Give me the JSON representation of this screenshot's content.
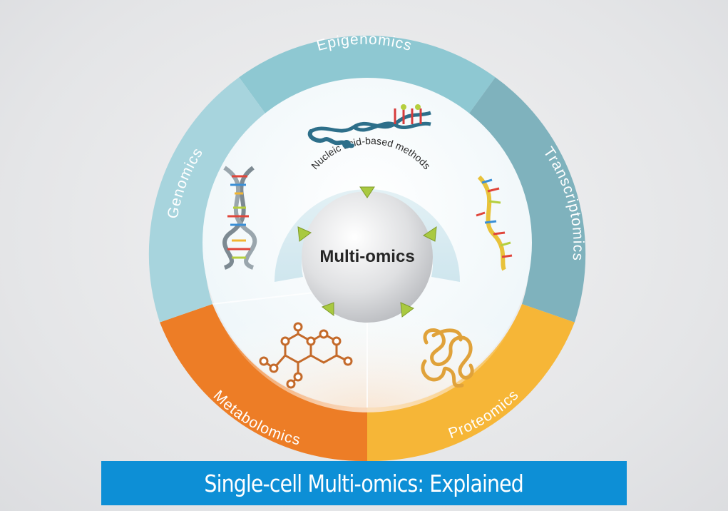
{
  "diagram": {
    "center_label": "Multi-omics",
    "inner_arc_label": "Nucleic acid-based methods",
    "segments": [
      {
        "label": "Epigenomics",
        "color": "#8ec8d2",
        "icon": "dna-methylation-icon"
      },
      {
        "label": "Transcriptomics",
        "color": "#7fb2bd",
        "icon": "rna-strand-icon"
      },
      {
        "label": "Proteomics",
        "color": "#f6b637",
        "icon": "protein-fold-icon"
      },
      {
        "label": "Metabolomics",
        "color": "#ed7d26",
        "icon": "metabolite-molecule-icon"
      },
      {
        "label": "Genomics",
        "color": "#a7d4dd",
        "icon": "dna-double-helix-icon"
      }
    ],
    "colors": {
      "arrow": "#a9c940",
      "center_sphere": "#d9dadc",
      "inner_arc": "#dceef3"
    }
  },
  "banner": {
    "title": "Single-cell Multi-omics: Explained",
    "color": "#0d8fd6"
  }
}
